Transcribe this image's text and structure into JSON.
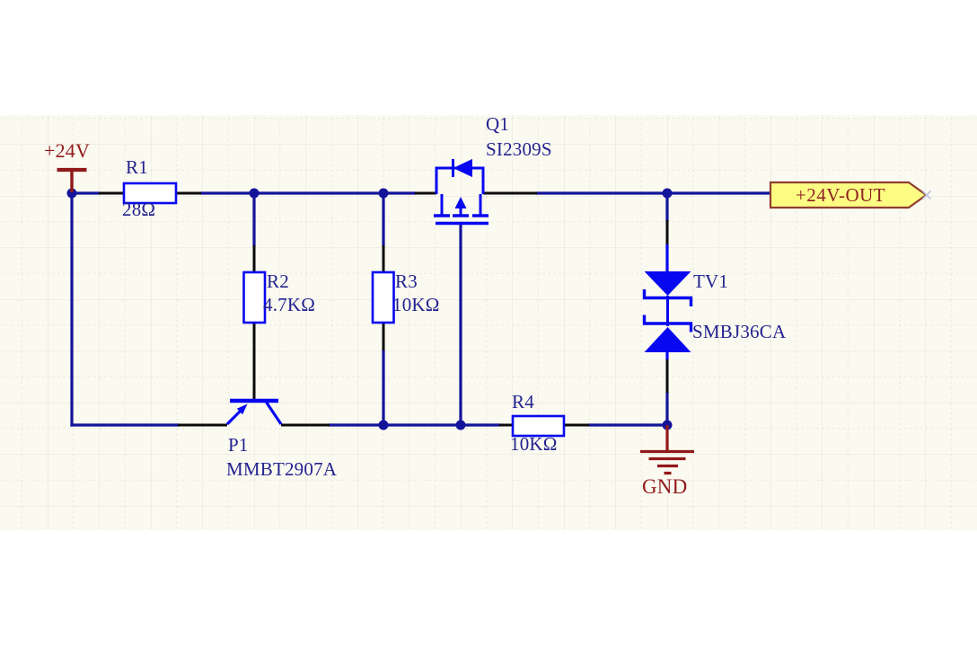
{
  "sheet": {
    "background": "#FBFAF1",
    "grid_major_color": "#E4E3DA",
    "grid_minor_color": "#E9E8E0"
  },
  "colors": {
    "wire": "#14149B",
    "junction": "#14149B",
    "component_outline": "#0808F0",
    "pin": "#0B0B0B",
    "label_text": "#23238F",
    "power_net": "#901A1A",
    "port_fill": "#FCFC82",
    "port_border": "#8F3E31",
    "port_text": "#8E2121"
  },
  "nets": {
    "power_label": "+24V",
    "ground_label": "GND",
    "output_port_label": "+24V-OUT"
  },
  "components": {
    "r1": {
      "designator": "R1",
      "value": "28Ω"
    },
    "r2": {
      "designator": "R2",
      "value": "4.7KΩ"
    },
    "r3": {
      "designator": "R3",
      "value": "10KΩ"
    },
    "r4": {
      "designator": "R4",
      "value": "10KΩ"
    },
    "q1": {
      "designator": "Q1",
      "value": "SI2309S"
    },
    "p1": {
      "designator": "P1",
      "value": "MMBT2907A"
    },
    "tv1": {
      "designator": "TV1",
      "value": "SMBJ36CA"
    }
  }
}
